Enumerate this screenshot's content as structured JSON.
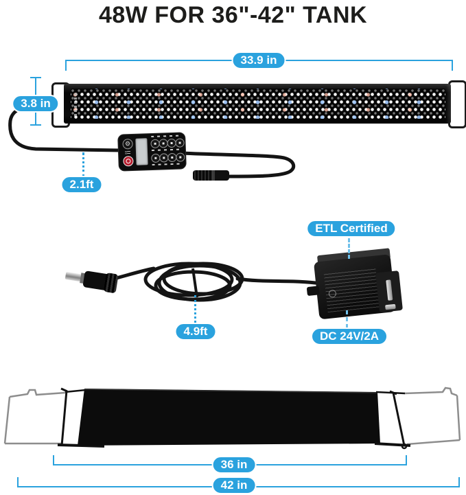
{
  "labels": {
    "title": "48W FOR 36\"-42\" TANK",
    "bar_length": "33.9 in",
    "bar_height": "3.8 in",
    "controller_cable_length": "2.1ft",
    "power_cable_length": "4.9ft",
    "certification": "ETL Certified",
    "adapter_output": "DC 24V/2A",
    "bracket_inner_span": "36 in",
    "bracket_outer_span": "42 in"
  },
  "colors": {
    "accent_blue": "#2aa2de",
    "dash_blue": "#6fc0ea",
    "title_color": "#1d1d1b",
    "power_button_red": "#b61e2e"
  }
}
